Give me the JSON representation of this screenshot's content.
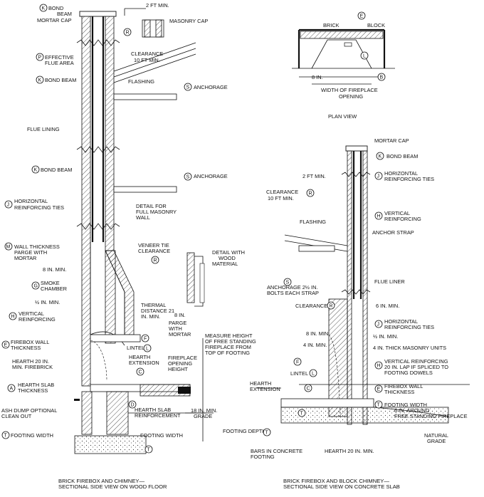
{
  "left": {
    "caption_1": "BRICK FIREBOX AND CHIMNEY—",
    "caption_2": "SECTIONAL SIDE VIEW ON WOOD FLOOR",
    "labels": {
      "bond_beam_top_1": "BOND",
      "bond_beam_top_2": "BEAM",
      "mortar_cap": "MORTAR CAP",
      "two_ft_min": "2 FT MIN.",
      "masonry_cap": "MASONRY CAP",
      "clearance_1": "CLEARANCE",
      "clearance_2": "10 FT MIN.",
      "effective_1": "EFFECTIVE",
      "effective_2": "FLUE AREA",
      "bond_beam_mid": "BOND BEAM",
      "flashing": "FLASHING",
      "anchorage_1": "ANCHORAGE",
      "flue_lining": "FLUE LINING",
      "bond_beam_low": "BOND BEAM",
      "anchorage_2": "ANCHORAGE",
      "horiz_1": "HORIZONTAL",
      "horiz_2": "REINFORCING TIES",
      "detail_full_1": "DETAIL FOR",
      "detail_full_2": "FULL MASONRY",
      "detail_full_3": "WALL",
      "wall_thick_1": "WALL THICKNESS",
      "wall_thick_2": "PARGE WITH",
      "wall_thick_3": "MORTAR",
      "veneer_1": "VENEER TIE",
      "veneer_2": "CLEARANCE",
      "detail_wood_1": "DETAIL WITH",
      "detail_wood_2": "WOOD",
      "detail_wood_3": "MATERIAL",
      "eight_in_min": "8 IN. MIN.",
      "smoke_1": "SMOKE",
      "smoke_2": "CHAMBER",
      "half_in": "½ IN. MIN.",
      "thermal_1": "THERMAL",
      "thermal_2": "DISTANCE 21",
      "thermal_3": "IN. MIN.",
      "eight_in": "8 IN.",
      "parge_1": "PARGE",
      "parge_2": "WITH",
      "parge_3": "MORTAR",
      "vert_1": "VERTICAL",
      "vert_2": "REINFORCING",
      "measure_1": "MEASURE HEIGHT",
      "measure_2": "OF FREE STANDING",
      "measure_3": "FIREPLACE FROM",
      "measure_4": "TOP OF FOOTING",
      "firebox_1": "FIREBOX WALL",
      "firebox_2": "THICKNESS",
      "lintel": "LINTEL",
      "hearth_ext_1": "HEARTH",
      "hearth_ext_2": "EXTENSION",
      "fp_open_1": "FIREPLACE",
      "fp_open_2": "OPENING",
      "fp_open_3": "HEIGHT",
      "hearth20_1": "HEARTH 20 IN.",
      "hearth20_2": "MIN. FIREBRICK",
      "hearth_slab_1": "HEARTH SLAB",
      "hearth_slab_2": "THICKNESS",
      "ash_1": "ASH DUMP OPTIONAL",
      "ash_2": "CLEAN OUT",
      "hs_reinf_1": "HEARTH SLAB",
      "hs_reinf_2": "REINFORCEMENT",
      "eighteen_1": "18 IN. MIN.",
      "grade": "GRADE",
      "footing_w_1": "FOOTING WIDTH",
      "footing_w_2": "FOOTING WIDTH"
    }
  },
  "plan": {
    "brick": "BRICK",
    "block": "BLOCK",
    "eight_in": "8 IN.",
    "width_1": "WIDTH OF FIREPLACE",
    "width_2": "OPENING",
    "title": "PLAN VIEW"
  },
  "right": {
    "caption_1": "BRICK FIREBOX AND BLOCK CHIMNEY—",
    "caption_2": "SECTIONAL SIDE VIEW ON CONCRETE SLAB",
    "labels": {
      "mortar_cap": "MORTAR CAP",
      "bond_beam": "BOND BEAM",
      "two_ft": "2 FT MIN.",
      "horiz_1": "HORIZONTAL",
      "horiz_2": "REINFORCING TIES",
      "clearance_1": "CLEARANCE",
      "clearance_2": "10 FT MIN.",
      "vert_1": "VERTICAL",
      "vert_2": "REINFORCING",
      "flashing": "FLASHING",
      "anchor_strap": "ANCHOR STRAP",
      "anchorage_1": "ANCHORAGE 2½ IN.",
      "anchorage_2": "BOLTS EACH STRAP",
      "flue_liner": "FLUE LINER",
      "clearance": "CLEARANCE",
      "six_in": "6 IN. MIN.",
      "horiz2_1": "HORIZONTAL",
      "horiz2_2": "REINFORCING TIES",
      "eight_in": "8 IN. MIN.",
      "half_in": "½ IN. MIN.",
      "four_in": "4 IN. MIN.",
      "four_thick": "4 IN. THICK MASONRY UNITS",
      "lintel": "LINTEL",
      "vr_1": "VERTICAL REINFORCING",
      "vr_2": "20 IN. LAP IF SPLICED TO",
      "vr_3": "FOOTING DOWELS",
      "hearth_1": "HEARTH",
      "hearth_2": "EXTENSION",
      "fb_1": "FIREBOX WALL",
      "fb_2": "THICKNESS",
      "fw_1": "FOOTING WIDTH",
      "fw_2": "6 IN. AROUND",
      "fw_3": "FREE STANDING FIREPLACE",
      "footing_depth": "FOOTING DEPTH",
      "natural_1": "NATURAL",
      "natural_2": "GRADE",
      "bars_1": "BARS IN CONCRETE",
      "bars_2": "FOOTING",
      "hearth20": "HEARTH 20 IN. MIN."
    }
  },
  "circles": {
    "K": "K",
    "R": "R",
    "P": "P",
    "S": "S",
    "J": "J",
    "M": "M",
    "G": "G",
    "H": "H",
    "E": "E",
    "F": "F",
    "L": "L",
    "C": "C",
    "A": "A",
    "D": "D",
    "T": "T",
    "B": "B"
  }
}
